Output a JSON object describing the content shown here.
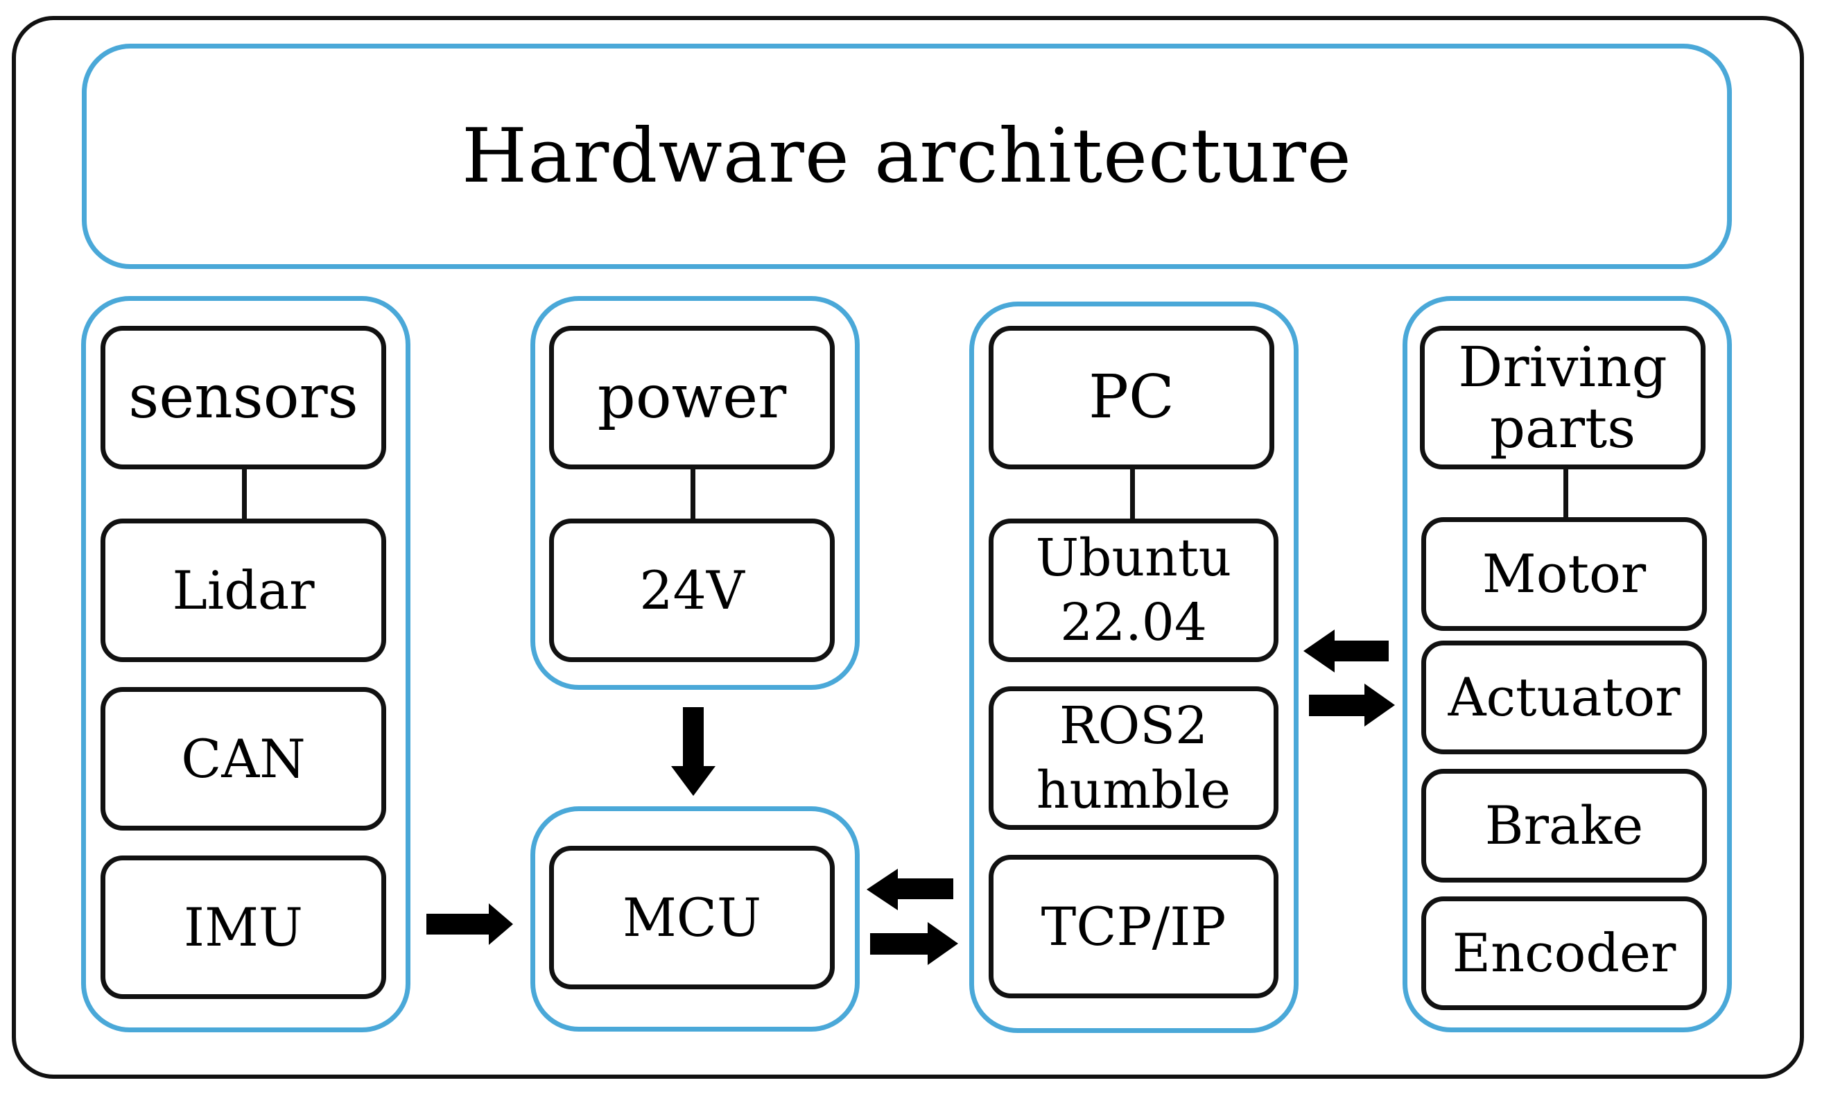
{
  "title": "Hardware architecture",
  "groups": {
    "sensors": {
      "header": "sensors",
      "items": [
        "Lidar",
        "CAN",
        "IMU"
      ]
    },
    "power": {
      "header": "power",
      "items": [
        "24V"
      ]
    },
    "mcu": {
      "label": "MCU"
    },
    "pc": {
      "header": "PC",
      "items": [
        "Ubuntu 22.04",
        "ROS2 humble",
        "TCP/IP"
      ]
    },
    "driving": {
      "header": "Driving parts",
      "items": [
        "Motor",
        "Actuator",
        "Brake",
        "Encoder"
      ]
    }
  },
  "colors": {
    "group_border": "#4aa8d8",
    "box_border": "#111111",
    "arrow": "#000000"
  },
  "connections": [
    {
      "from": "IMU",
      "to": "MCU",
      "direction": "one-way"
    },
    {
      "from": "24V",
      "to": "MCU",
      "direction": "one-way"
    },
    {
      "from": "MCU",
      "to": "TCP/IP",
      "direction": "two-way"
    },
    {
      "from": "PC",
      "to": "Driving parts",
      "direction": "two-way"
    }
  ]
}
